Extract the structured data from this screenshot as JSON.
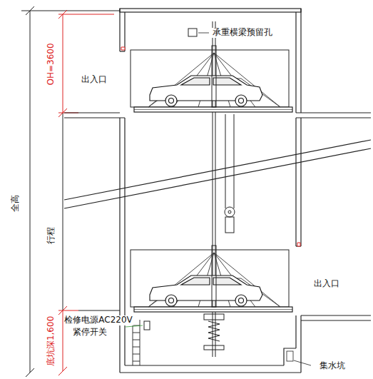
{
  "diagram": {
    "labels": [
      "承重横梁预留孔",
      "出入口",
      "出入口",
      "OH=3600",
      "全高",
      "行程",
      "底坑深1,600",
      "检修电源AC220V",
      "紧停开关",
      "集水坑"
    ]
  }
}
